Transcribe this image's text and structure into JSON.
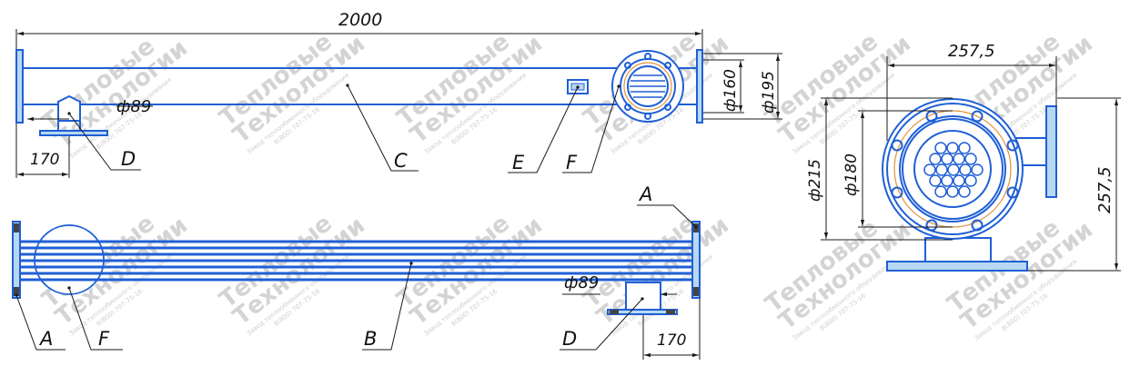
{
  "colors": {
    "part_stroke": "#1f5fd6",
    "part_fill": "#b8d8f2",
    "dimension": "#1a1a1a",
    "watermark": "#d4d4d4",
    "orange_circle": "#e0913a"
  },
  "dimensions": {
    "overall_length": "2000",
    "shell_diameter_top": "ф89",
    "support_offset_top": "170",
    "flange_d160": "ф160",
    "flange_d195": "ф195",
    "shell_diameter_bottom": "ф89",
    "support_offset_bottom": "170",
    "end_width": "257,5",
    "end_height": "257,5",
    "end_d215": "ф215",
    "end_d180": "ф180"
  },
  "callouts": {
    "top_view": [
      "D",
      "C",
      "E",
      "F"
    ],
    "bottom_view": [
      "A",
      "A",
      "F",
      "B",
      "D"
    ]
  },
  "watermark": {
    "brand_line1": "Тепловые",
    "brand_line2": "Технологии",
    "subline": "Завод теплообменного оборудования",
    "phone": "8(800) 707-75-16"
  }
}
